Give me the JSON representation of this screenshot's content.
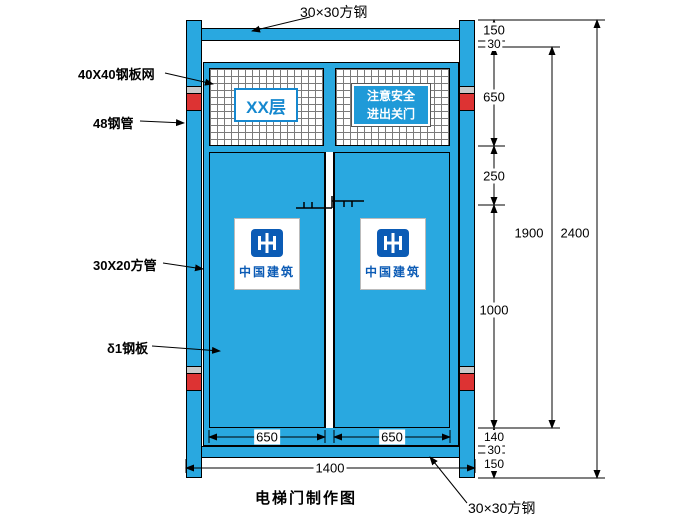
{
  "title": "电梯门制作图",
  "callouts": {
    "top_square_steel": "30×30方钢",
    "mesh_plate": "40X40钢板网",
    "steel_pipe": "48钢管",
    "square_tube": "30X20方管",
    "steel_plate": "δ1钢板",
    "bottom_square_steel": "30×30方钢"
  },
  "door": {
    "floor_sign": "XX层",
    "safety_sign_line1": "注意安全",
    "safety_sign_line2": "进出关门",
    "brand": "中国建筑"
  },
  "dims": {
    "d150_top": "150",
    "d30_top": "30",
    "d650_right": "650",
    "d250": "250",
    "d1000": "1000",
    "d140": "140",
    "d30_bottom": "30",
    "d150_bottom": "150",
    "d1900": "1900",
    "d2400": "2400",
    "door_left_width": "650",
    "door_right_width": "650",
    "total_width": "1400"
  },
  "colors": {
    "steel_blue": "#29a8e0",
    "accent_red": "#dd3333",
    "brand_blue": "#0b5bb5",
    "sign_blue": "#1f9ad8"
  }
}
